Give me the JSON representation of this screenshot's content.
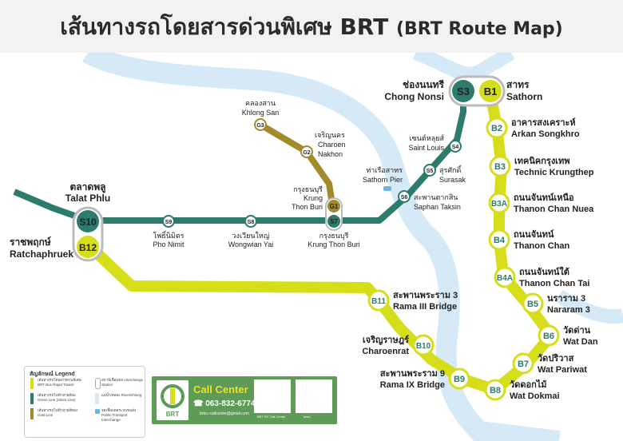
{
  "title": {
    "thai": "เส้นทางรถโดยสารด่วนพิเศษ BRT",
    "eng": "(BRT Route Map)"
  },
  "colors": {
    "bts_green": "#2c7b6c",
    "brt_yellow": "#d5de19",
    "gold": "#a28b2b",
    "river": "#d5e9f7",
    "card": "#5e9b57"
  },
  "stations": {
    "s3": {
      "code": "S3",
      "th": "ช่องนนทรี",
      "en": "Chong Nonsi"
    },
    "b1": {
      "code": "B1",
      "th": "สาทร",
      "en": "Sathorn"
    },
    "b2": {
      "code": "B2",
      "th": "อาคารสงเคราะห์",
      "en": "Arkan Songkhro"
    },
    "b3": {
      "code": "B3",
      "th": "เทคนิคกรุงเทพ",
      "en": "Technic Krungthep"
    },
    "b3a": {
      "code": "B3A",
      "th": "ถนนจันทน์เหนือ",
      "en": "Thanon Chan Nuea"
    },
    "b4": {
      "code": "B4",
      "th": "ถนนจันทน์",
      "en": "Thanon Chan"
    },
    "b4a": {
      "code": "B4A",
      "th": "ถนนจันทน์ใต้",
      "en": "Thanon Chan Tai"
    },
    "b5": {
      "code": "B5",
      "th": "นราราม 3",
      "en": "Nararam 3"
    },
    "b6": {
      "code": "B6",
      "th": "วัดด่าน",
      "en": "Wat Dan"
    },
    "b7": {
      "code": "B7",
      "th": "วัดปริวาส",
      "en": "Wat Pariwat"
    },
    "b8": {
      "code": "B8",
      "th": "วัดดอกไม้",
      "en": "Wat Dokmai"
    },
    "b9": {
      "code": "B9",
      "th": "สะพานพระราม 9",
      "en": "Rama IX Bridge"
    },
    "b10": {
      "code": "B10",
      "th": "เจริญราษฎร์",
      "en": "Charoenrat"
    },
    "b11": {
      "code": "B11",
      "th": "สะพานพระราม 3",
      "en": "Rama III Bridge"
    },
    "b12": {
      "code": "B12",
      "th": "ราชพฤกษ์",
      "en": "Ratchaphruek"
    },
    "s10": {
      "code": "S10",
      "th": "ตลาดพลู",
      "en": "Talat Phlu"
    },
    "s9": {
      "code": "S9",
      "th": "โพธิ์นิมิตร",
      "en": "Pho Nimit"
    },
    "s8": {
      "code": "S8",
      "th": "วงเวียนใหญ่",
      "en": "Wongwian Yai"
    },
    "s7": {
      "code": "S7",
      "th": "กรุงธนบุรี",
      "en": "Krung Thon Buri"
    },
    "s6": {
      "code": "S6",
      "th": "สะพานตากสิน",
      "en": "Saphan Taksin"
    },
    "s5": {
      "code": "S5",
      "th": "สุรศักดิ์",
      "en": "Surasak"
    },
    "s4": {
      "code": "S4",
      "th": "เซนต์หลุยส์",
      "en": "Saint Louis"
    },
    "g1": {
      "code": "G1",
      "th": "กรุงธนบุรี",
      "en1": "Krung",
      "en2": "Thon Buri"
    },
    "g2": {
      "code": "G2",
      "th": "เจริญนคร",
      "en1": "Charoen",
      "en2": "Nakhon"
    },
    "g3": {
      "code": "G3",
      "th": "คลองสาน",
      "en": "Khlong San"
    }
  },
  "pier": {
    "th": "ท่าเรือสาทร",
    "en": "Sathorn Pier"
  },
  "legend": {
    "title": "สัญลักษณ์ Legend",
    "items": [
      "เส้นทางรถโดยสารด่วนพิเศษ BRT Bus Rapid Transit",
      "เส้นทางรถไฟฟ้าสายสีลม Green Line (Silom Line)",
      "เส้นทางรถไฟฟ้าสายสีทอง Gold Line",
      "สถานีเชื่อมต่อ Interchange Station",
      "แม่น้ำ/คลอง River/Khlong",
      "จุดเชื่อมต่อระบบขนส่ง Public Transport Interchange"
    ]
  },
  "call_center": {
    "title": "Call Center",
    "phone": "063-832-6774",
    "email": "brtcc-callcenter@gmail.com",
    "logo_text": "BRT",
    "qr1_caption": "BRT EV Call Center",
    "qr2_caption": "brtcc"
  }
}
